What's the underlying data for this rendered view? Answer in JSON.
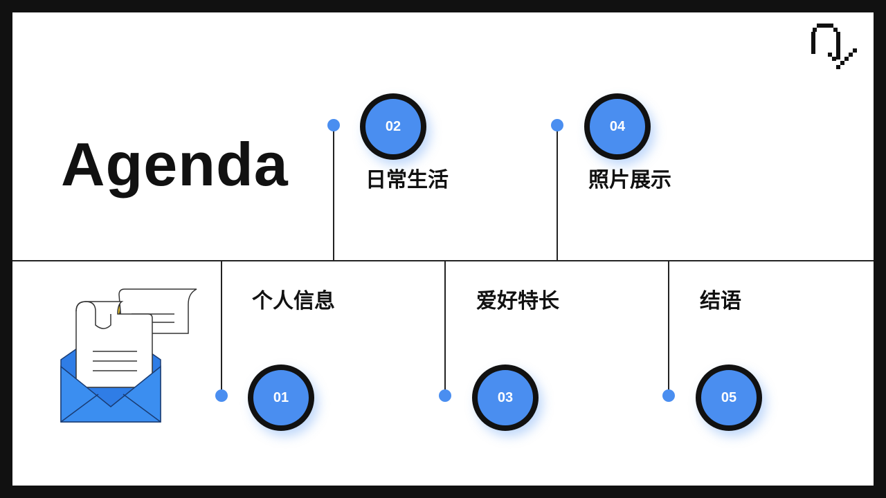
{
  "slide": {
    "title": "Agenda",
    "items": [
      {
        "number": "01",
        "label": "个人信息"
      },
      {
        "number": "02",
        "label": "日常生活"
      },
      {
        "number": "03",
        "label": "爱好特长"
      },
      {
        "number": "04",
        "label": "照片展示"
      },
      {
        "number": "05",
        "label": "结语"
      }
    ]
  },
  "icons": {
    "logo": "pixel-arrow-logo-icon",
    "envelope": "envelope-letter-icon"
  },
  "colors": {
    "frame": "#111111",
    "accent_blue": "#4a8ef0",
    "envelope_blue": "#3b8ef0",
    "accent_yellow": "#f7cf2a",
    "background": "#ffffff"
  }
}
